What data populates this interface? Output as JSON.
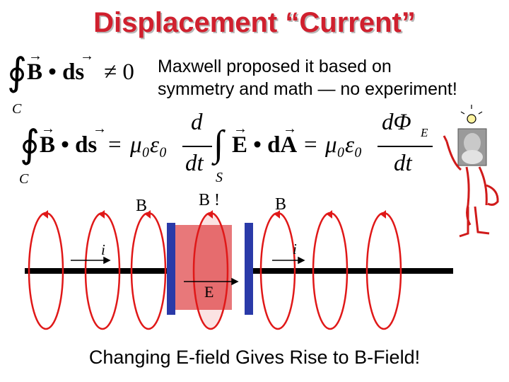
{
  "slide": {
    "title": "Displacement “Current”",
    "note_line1": "Maxwell proposed it based on",
    "note_line2": "symmetry and math — no experiment!",
    "caption": "Changing E-field Gives Rise to B-Field!"
  },
  "equation1": {
    "integrand": "B • ds",
    "relation": "≠ 0",
    "contour_label": "C"
  },
  "equation2": {
    "lhs": "B • ds",
    "equals": "=",
    "mu0_eps0": "μ₀ε₀",
    "d": "d",
    "dt": "dt",
    "flux_integrand": "E • dA",
    "surface_label": "S",
    "contour_label": "C",
    "dPhi": "dΦ",
    "phi_subscript": "E"
  },
  "diagram": {
    "label_b_left": "B",
    "label_b_middle": "B !",
    "label_b_right": "B",
    "label_i_left": "i",
    "label_i_right": "i",
    "label_e": "E",
    "colors": {
      "loops": "#e01818",
      "wire": "#000000",
      "plates": "#2a3aa8",
      "field_region": "#e8787a"
    }
  },
  "figure": {
    "description_icon": "cartoon-maxwell-figure"
  }
}
